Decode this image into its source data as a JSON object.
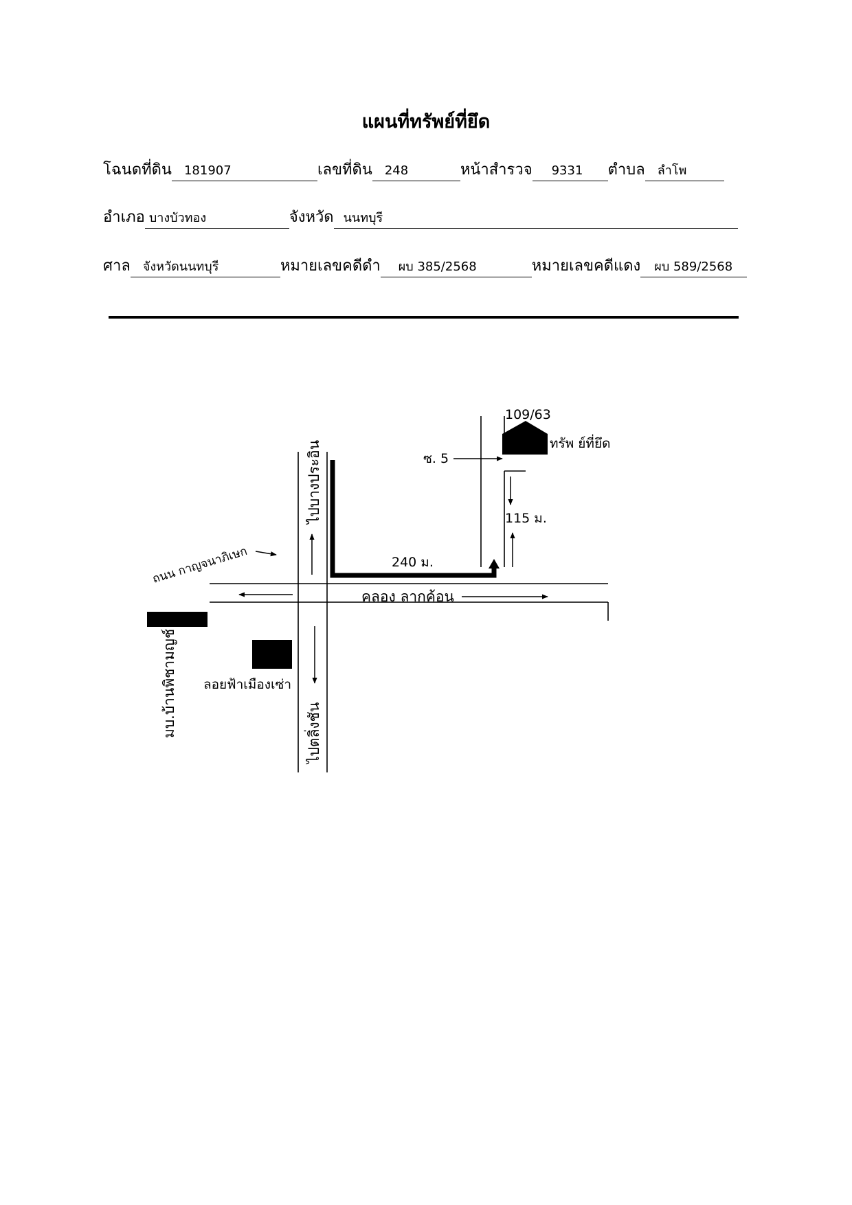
{
  "title": "แผนที่ทรัพย์ที่ยึด",
  "form": {
    "deed_label": "โฉนดที่ดิน",
    "deed_value": "181907",
    "land_no_label": " เลขที่ดิน",
    "land_no_value": "248",
    "survey_page_label": "หน้าสำรวจ ",
    "survey_page_value": "9331",
    "subdistrict_label": "ตำบล",
    "subdistrict_value": "ลำโพ",
    "district_label": "อำเภอ",
    "district_value": "บางบัวทอง",
    "province_label": "จังหวัด",
    "province_value": "นนทบุรี",
    "court_label": "ศาล",
    "court_value": "จังหวัดนนทบุรี",
    "black_case_label": "หมายเลขคดีดำ",
    "black_case_value": "ผบ 385/2568",
    "red_case_label": "หมายเลขคดีแดง",
    "red_case_value": "ผบ 589/2568"
  },
  "map": {
    "house_number": "109/63",
    "seized_property_label": "ทรัพ ย์ที่ยึด",
    "soi_label": "ซ. 5",
    "distance_soi": "115 ม.",
    "distance_main": "240 ม.",
    "road_to_bang_pradang": "ไปบางประอิน",
    "road_to_taling_chan": "ไปตลิ่งชัน",
    "road_kanchanaphisek": "ถนน กาญจนาภิเษก",
    "canal_name": "คลอง ลากค้อน",
    "village_name": "มบ.บ้านพิชามญช์",
    "loy_fa_name": "ลอยฟ้าเมืองเซ่า"
  }
}
